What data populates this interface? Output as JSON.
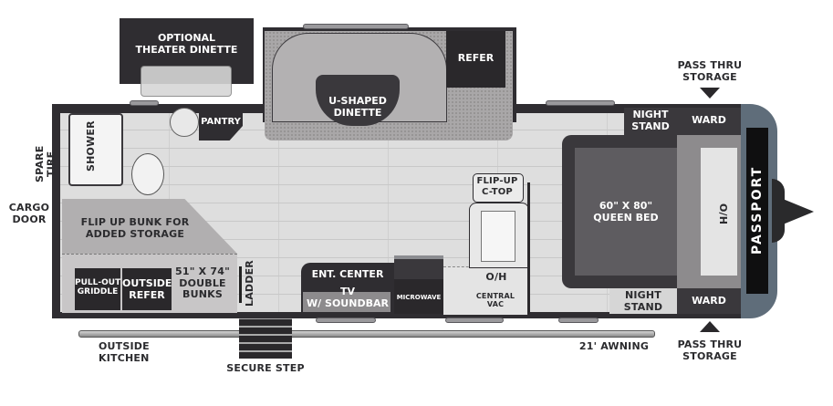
{
  "floorplan": {
    "brand": "PASSPORT",
    "colors": {
      "wall": "#2f2d31",
      "floor": "#dedede",
      "furniture_dark": "#3a383c",
      "furniture_mid": "#a9a7a8",
      "cap": "#5f6d7a"
    },
    "labels": {
      "optional_theater_dinette": "OPTIONAL\nTHEATER DINETTE",
      "u_shaped_dinette": "U-SHAPED\nDINETTE",
      "refer": "REFER",
      "pantry": "PANTRY",
      "shower": "SHOWER",
      "spare_tire": "SPARE TIRE",
      "cargo_door": "CARGO\nDOOR",
      "flip_up_bunk": "FLIP UP BUNK FOR\nADDED STORAGE",
      "pull_out_griddle": "PULL-OUT\nGRIDDLE",
      "outside_refer": "OUTSIDE\nREFER",
      "double_bunks": "51\" X 74\"\nDOUBLE\nBUNKS",
      "ladder": "LADDER",
      "ent_center": "ENT. CENTER",
      "tv_soundbar": "TV\nW/ SOUNDBAR",
      "microwave": "MICROWAVE",
      "oh_kitchen": "O/H",
      "central_vac": "CENTRAL\nVAC",
      "flip_up_ctop": "FLIP-UP\nC-TOP",
      "queen_bed": "60\" X 80\"\nQUEEN BED",
      "oh_bed": "O/H",
      "night_stand_top": "NIGHT\nSTAND",
      "night_stand_bottom": "NIGHT\nSTAND",
      "ward_top": "WARD",
      "ward_bottom": "WARD",
      "pass_thru_top": "PASS THRU\nSTORAGE",
      "pass_thru_bottom": "PASS THRU\nSTORAGE",
      "outside_kitchen": "OUTSIDE\nKITCHEN",
      "secure_step": "SECURE STEP",
      "awning": "21' AWNING"
    }
  }
}
